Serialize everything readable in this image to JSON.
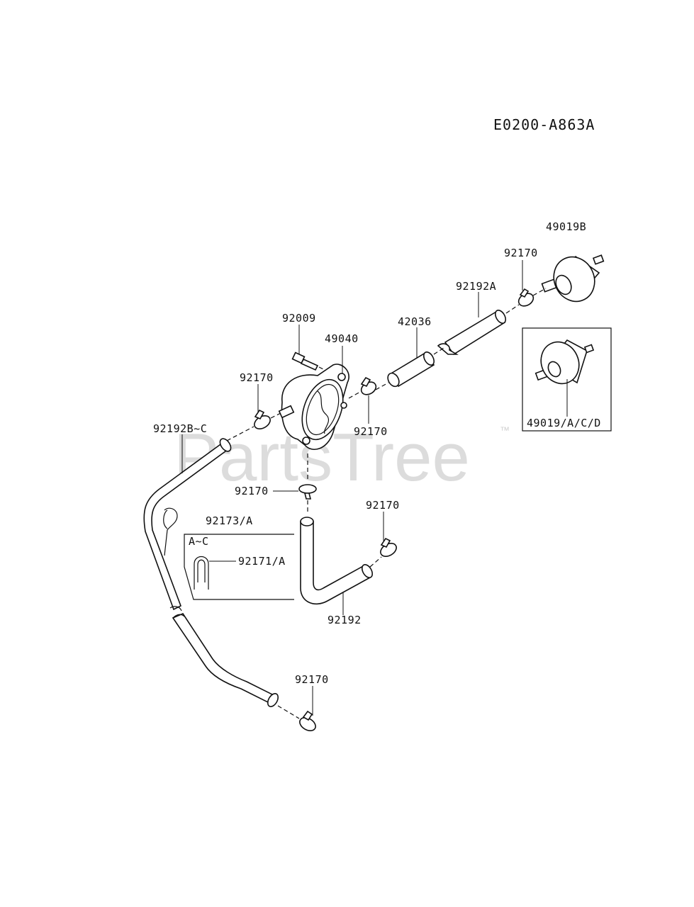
{
  "diagram_code": "E0200-A863A",
  "watermark": "PartsTree",
  "trademark": "™",
  "inset_box_label": "49019/A/C/D",
  "sub_box_label": "A~C",
  "callouts": [
    {
      "id": "49019B",
      "text": "49019B"
    },
    {
      "id": "92170-top",
      "text": "92170"
    },
    {
      "id": "92192A",
      "text": "92192A"
    },
    {
      "id": "42036",
      "text": "42036"
    },
    {
      "id": "92009",
      "text": "92009"
    },
    {
      "id": "49040",
      "text": "49040"
    },
    {
      "id": "92170-left",
      "text": "92170"
    },
    {
      "id": "92170-mid",
      "text": "92170"
    },
    {
      "id": "92192B-C",
      "text": "92192B~C"
    },
    {
      "id": "92170-center",
      "text": "92170"
    },
    {
      "id": "92173A",
      "text": "92173/A"
    },
    {
      "id": "92170-right",
      "text": "92170"
    },
    {
      "id": "92171A",
      "text": "92171/A"
    },
    {
      "id": "92192",
      "text": "92192"
    },
    {
      "id": "92170-bottom",
      "text": "92170"
    }
  ]
}
